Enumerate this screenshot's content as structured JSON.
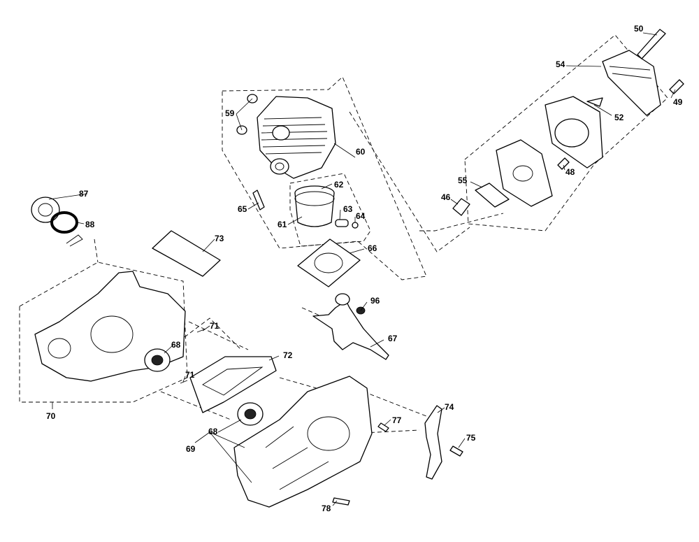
{
  "labels": {
    "p46": "46",
    "p48": "48",
    "p49": "49",
    "p50": "50",
    "p52": "52",
    "p54": "54",
    "p55": "55",
    "p59": "59",
    "p60": "60",
    "p61": "61",
    "p62": "62",
    "p63": "63",
    "p64": "64",
    "p65": "65",
    "p66": "66",
    "p67": "67",
    "p68a": "68",
    "p68b": "68",
    "p69": "69",
    "p70": "70",
    "p71a": "71",
    "p71b": "71",
    "p72": "72",
    "p73": "73",
    "p74": "74",
    "p75": "75",
    "p77": "77",
    "p78": "78",
    "p87": "87",
    "p88": "88",
    "p96": "96"
  },
  "colors": {
    "line": "#000000",
    "background": "#ffffff"
  }
}
